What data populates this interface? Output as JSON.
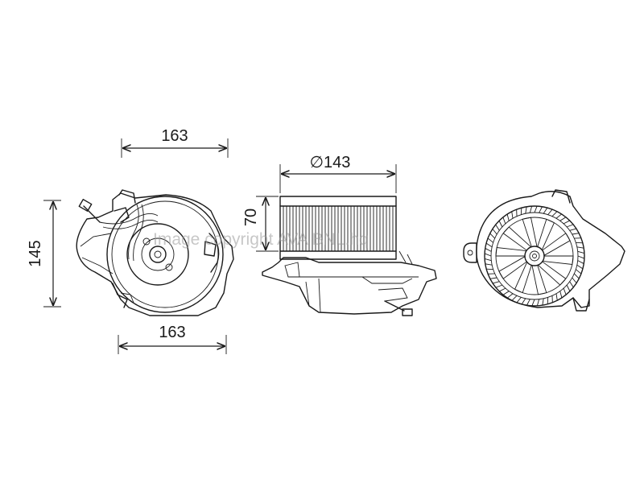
{
  "dimensions": {
    "top_width": "163",
    "bottom_width": "163",
    "height": "145",
    "diameter": "∅143",
    "wheel_height": "70"
  },
  "watermark": "Image copyright AVA BNL.hq",
  "colors": {
    "line": "#1a1a1a",
    "background": "#ffffff",
    "watermark": "#9a9a9a"
  }
}
